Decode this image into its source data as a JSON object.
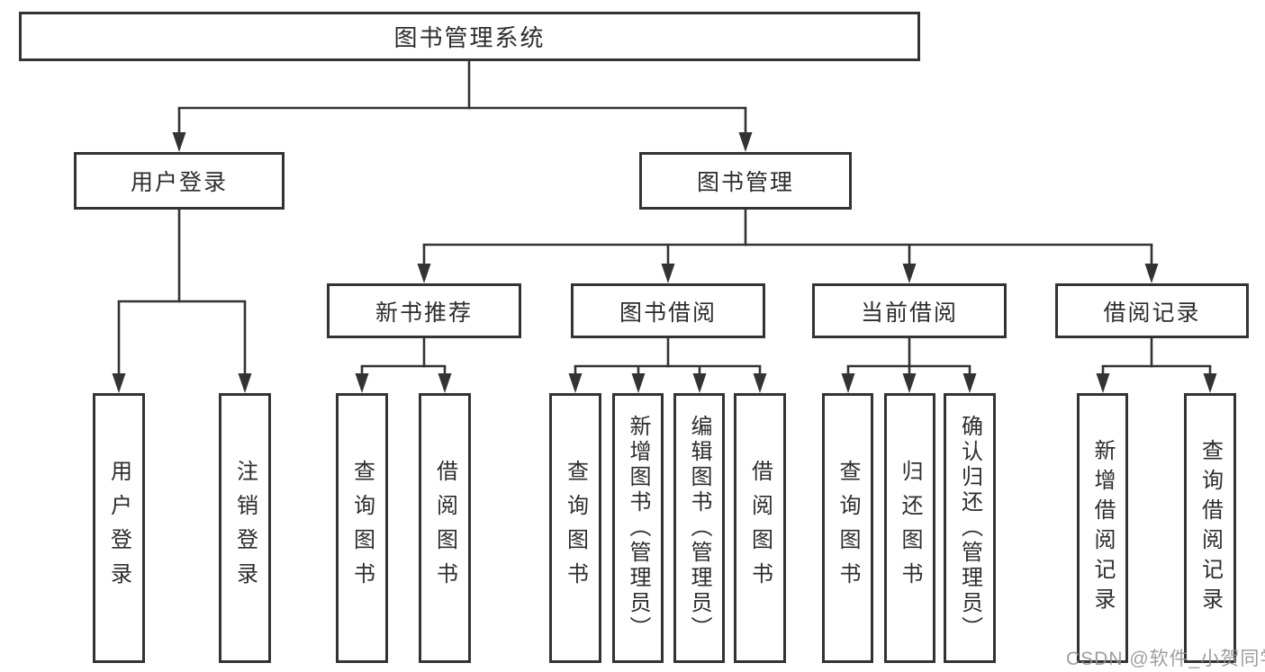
{
  "diagram": {
    "title": "图书管理系统",
    "branches": [
      {
        "label": "用户登录",
        "children": [
          {
            "label": "用户登录"
          },
          {
            "label": "注销登录"
          }
        ]
      },
      {
        "label": "图书管理",
        "children": [
          {
            "label": "新书推荐",
            "children": [
              {
                "label": "查询图书"
              },
              {
                "label": "借阅图书"
              }
            ]
          },
          {
            "label": "图书借阅",
            "children": [
              {
                "label": "查询图书"
              },
              {
                "label": "新增图书（管理员）"
              },
              {
                "label": "编辑图书（管理员）"
              },
              {
                "label": "借阅图书"
              }
            ]
          },
          {
            "label": "当前借阅",
            "children": [
              {
                "label": "查询图书"
              },
              {
                "label": "归还图书"
              },
              {
                "label": "确认归还（管理员）"
              }
            ]
          },
          {
            "label": "借阅记录",
            "children": [
              {
                "label": "新增借阅记录"
              },
              {
                "label": "查询借阅记录"
              }
            ]
          }
        ]
      }
    ]
  },
  "watermark": {
    "text": "CSDN @软件_小贺同学"
  },
  "colors": {
    "line": "#333333",
    "box_border": "#333333",
    "text": "#2d2d2d",
    "watermark": "#949494",
    "background": "#ffffff"
  }
}
